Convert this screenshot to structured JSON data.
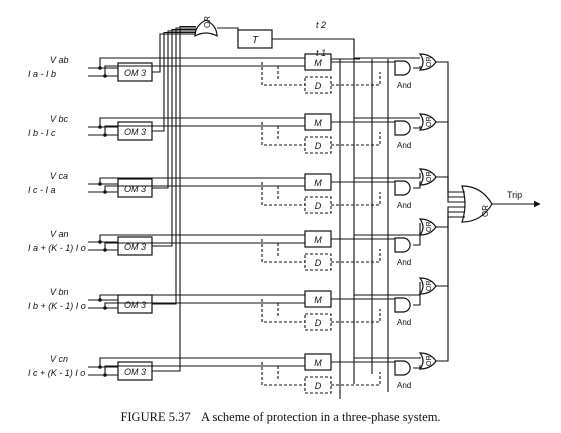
{
  "figure": {
    "number": "FIGURE 5.37",
    "caption": "A scheme of protection in a three-phase system."
  },
  "signals": {
    "t2": "t 2",
    "t1": "t 1",
    "trip": "Trip"
  },
  "blocks": {
    "timer": "T",
    "or": "OR",
    "and": "And",
    "monitor": "M",
    "delay": "D"
  },
  "rows": [
    {
      "v": "V ab",
      "i": "I a - I b",
      "om": "OM 3"
    },
    {
      "v": "V bc",
      "i": "I b - I c",
      "om": "OM 3"
    },
    {
      "v": "V ca",
      "i": "I c - I a",
      "om": "OM 3"
    },
    {
      "v": "V an",
      "i": "I a + (K - 1) I o",
      "om": "OM 3"
    },
    {
      "v": "V bn",
      "i": "I b + (K - 1) I o",
      "om": "OM 3"
    },
    {
      "v": "V cn",
      "i": "I c + (K - 1) I o",
      "om": "OM 3"
    }
  ]
}
